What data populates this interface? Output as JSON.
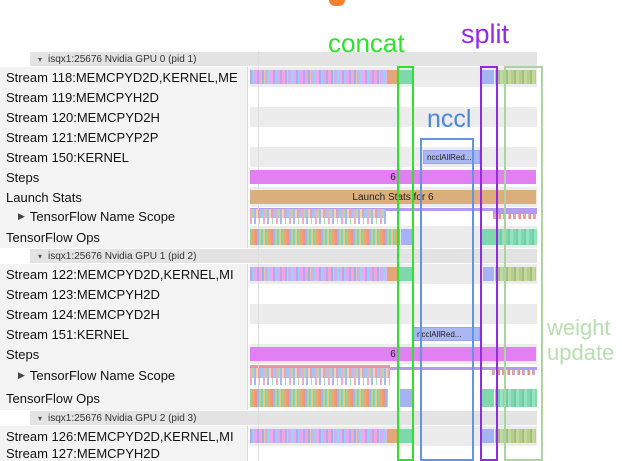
{
  "annotations": {
    "concat": "concat",
    "split": "split",
    "nccl": "nccl",
    "weight_update_line1": "weight",
    "weight_update_line2": "update"
  },
  "icons": {
    "collapse": "▾",
    "expand": "▶"
  },
  "colors": {
    "concat_green": "#2ee32e",
    "split_purple": "#9429e6",
    "nccl_blue_label": "#4a86db",
    "nccl_box_blue": "#6495e0",
    "weight_update_green": "#b9ddb1",
    "steps_bar": "#e27ff2",
    "launch_bar": "#dcae7c",
    "nccl_event_bar": "#abb7f0",
    "orange_fragment": "#f28031"
  },
  "groups": [
    {
      "header": "isqx1:25676 Nvidia GPU 0 (pid 1)",
      "rows": [
        {
          "label": "Stream 118:MEMCPYD2D,KERNEL,ME"
        },
        {
          "label": "Stream 119:MEMCPYH2D"
        },
        {
          "label": "Stream 120:MEMCPYD2H"
        },
        {
          "label": "Stream 121:MEMCPYP2P"
        },
        {
          "label": "Stream 150:KERNEL",
          "bar": "ncclAllRed..."
        },
        {
          "label": "Steps",
          "bar": "6"
        },
        {
          "label": "Launch Stats",
          "bar": "Launch Stats for 6"
        },
        {
          "label": "TensorFlow Name Scope"
        },
        {
          "label": "TensorFlow Ops"
        }
      ]
    },
    {
      "header": "isqx1:25676 Nvidia GPU 1 (pid 2)",
      "rows": [
        {
          "label": "Stream 122:MEMCPYD2D,KERNEL,MI"
        },
        {
          "label": "Stream 123:MEMCPYH2D"
        },
        {
          "label": "Stream 124:MEMCPYD2H"
        },
        {
          "label": "Stream 151:KERNEL",
          "bar": "ncclAllRed..."
        },
        {
          "label": "Steps",
          "bar": "6"
        },
        {
          "label": "TensorFlow Name Scope"
        },
        {
          "label": "TensorFlow Ops"
        }
      ]
    },
    {
      "header": "isqx1:25676 Nvidia GPU 2 (pid 3)",
      "rows": [
        {
          "label": "Stream 126:MEMCPYD2D,KERNEL,MI"
        },
        {
          "label": "Stream 127:MEMCPYH2D"
        }
      ]
    }
  ]
}
